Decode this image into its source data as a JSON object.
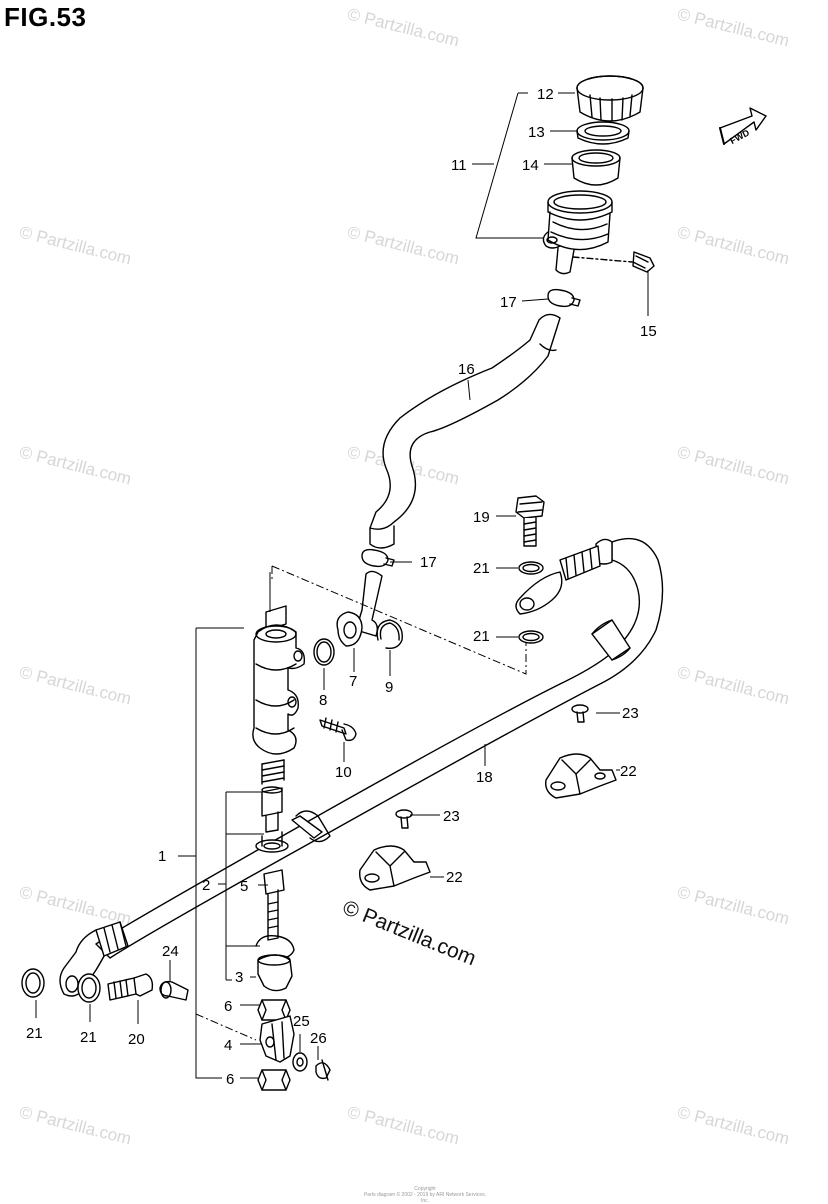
{
  "figure": {
    "title": "FIG.53"
  },
  "watermark": {
    "text": "© Partzilla.com",
    "main_text": "© Partzilla.com"
  },
  "direction_marker": {
    "label": "FWD"
  },
  "copyright": {
    "line1": "Copyright",
    "line2": "Parts diagram © 2002 - 2019 by ARI Network Services, Inc."
  },
  "callouts": [
    {
      "num": "12"
    },
    {
      "num": "13"
    },
    {
      "num": "11"
    },
    {
      "num": "14"
    },
    {
      "num": "17"
    },
    {
      "num": "15"
    },
    {
      "num": "16"
    },
    {
      "num": "19"
    },
    {
      "num": "17"
    },
    {
      "num": "21"
    },
    {
      "num": "21"
    },
    {
      "num": "8"
    },
    {
      "num": "7"
    },
    {
      "num": "9"
    },
    {
      "num": "10"
    },
    {
      "num": "23"
    },
    {
      "num": "22"
    },
    {
      "num": "18"
    },
    {
      "num": "23"
    },
    {
      "num": "1"
    },
    {
      "num": "22"
    },
    {
      "num": "2"
    },
    {
      "num": "5"
    },
    {
      "num": "3"
    },
    {
      "num": "24"
    },
    {
      "num": "6"
    },
    {
      "num": "25"
    },
    {
      "num": "4"
    },
    {
      "num": "26"
    },
    {
      "num": "6"
    },
    {
      "num": "21"
    },
    {
      "num": "21"
    },
    {
      "num": "20"
    }
  ],
  "colors": {
    "line": "#000000",
    "watermark": "#d6d6d6"
  }
}
